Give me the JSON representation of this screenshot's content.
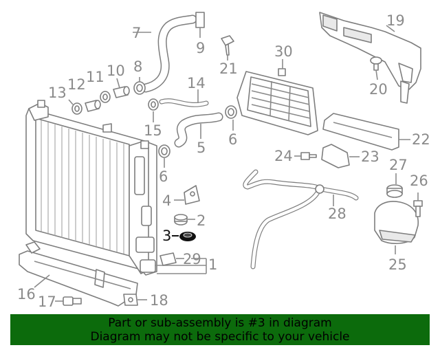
{
  "callouts": {
    "c1": "1",
    "c2": "2",
    "c3": "3",
    "c4": "4",
    "c5": "5",
    "c6a": "6",
    "c6b": "6",
    "c7": "7",
    "c8": "8",
    "c9": "9",
    "c10": "10",
    "c11": "11",
    "c12": "12",
    "c13": "13",
    "c14": "14",
    "c15": "15",
    "c16": "16",
    "c17": "17",
    "c18": "18",
    "c19": "19",
    "c20": "20",
    "c21": "21",
    "c22": "22",
    "c23": "23",
    "c24": "24",
    "c25": "25",
    "c26": "26",
    "c27": "27",
    "c28": "28",
    "c29": "29",
    "c30": "30"
  },
  "highlighted_part": "3",
  "colors": {
    "banner_bg": "#0c6b0c",
    "line_art": "#7d7d7d",
    "highlight": "#111111"
  },
  "banner": {
    "line1": "Part or sub-assembly is #3 in diagram",
    "line2": "Diagram may not be specific to your vehicle"
  }
}
